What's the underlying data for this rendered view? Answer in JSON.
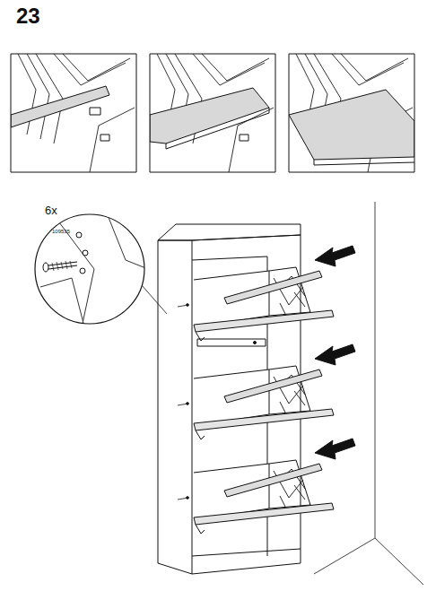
{
  "diagram": {
    "labels": [
      "23",
      "6x",
      "109535"
    ]
  }
}
